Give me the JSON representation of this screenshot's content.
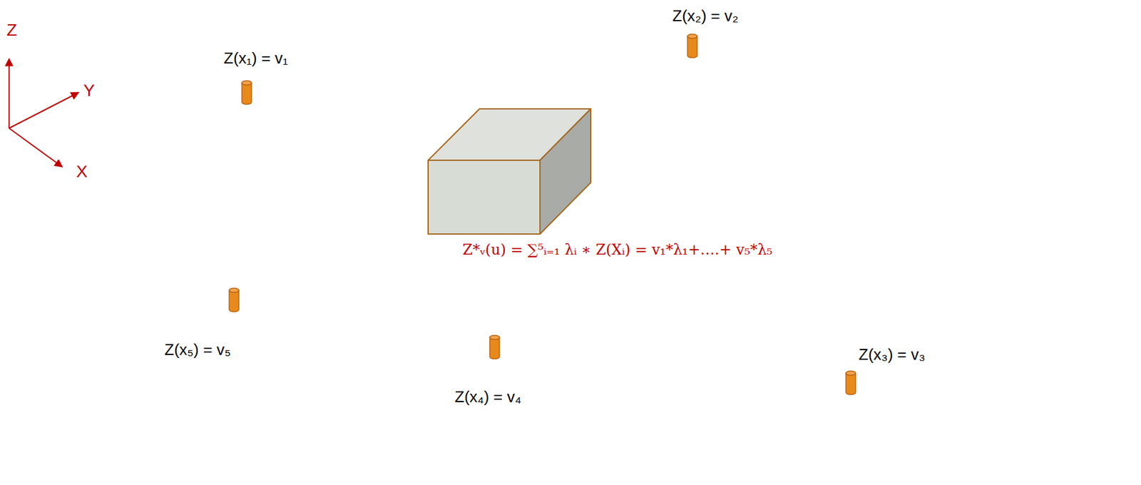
{
  "diagram": {
    "labels": [
      "Z",
      "Z(x₂) = v₂",
      "Z(x₁) = v₁",
      "Y",
      "X",
      "Z*ᵥ(u) = ∑⁵ᵢ₌₁ λᵢ ∗ Z(Xᵢ) = v₁*λ₁+….+ v₅*λ₅",
      "Z(x₅) = v₅",
      "Z(x₃) = v₃",
      "Z(x₄) = v₄"
    ]
  }
}
